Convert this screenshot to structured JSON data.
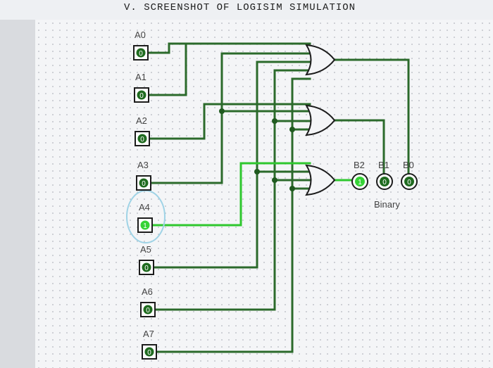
{
  "heading": "V. SCREENSHOT OF LOGISIM SIMULATION",
  "colors": {
    "wire_off": "#2b6a2b",
    "wire_on": "#2ec72e",
    "pin_off": "#1f6b1f",
    "pin_on": "#36d336",
    "gate": "#1c1c1c"
  },
  "inputs": [
    {
      "label": "A0",
      "value": "0"
    },
    {
      "label": "A1",
      "value": "0"
    },
    {
      "label": "A2",
      "value": "0"
    },
    {
      "label": "A3",
      "value": "0"
    },
    {
      "label": "A4",
      "value": "1"
    },
    {
      "label": "A5",
      "value": "0"
    },
    {
      "label": "A6",
      "value": "0"
    },
    {
      "label": "A7",
      "value": "0"
    }
  ],
  "outputs": [
    {
      "label": "B2",
      "value": "1"
    },
    {
      "label": "B1",
      "value": "0"
    },
    {
      "label": "B0",
      "value": "0"
    }
  ],
  "output_group_label": "Binary"
}
